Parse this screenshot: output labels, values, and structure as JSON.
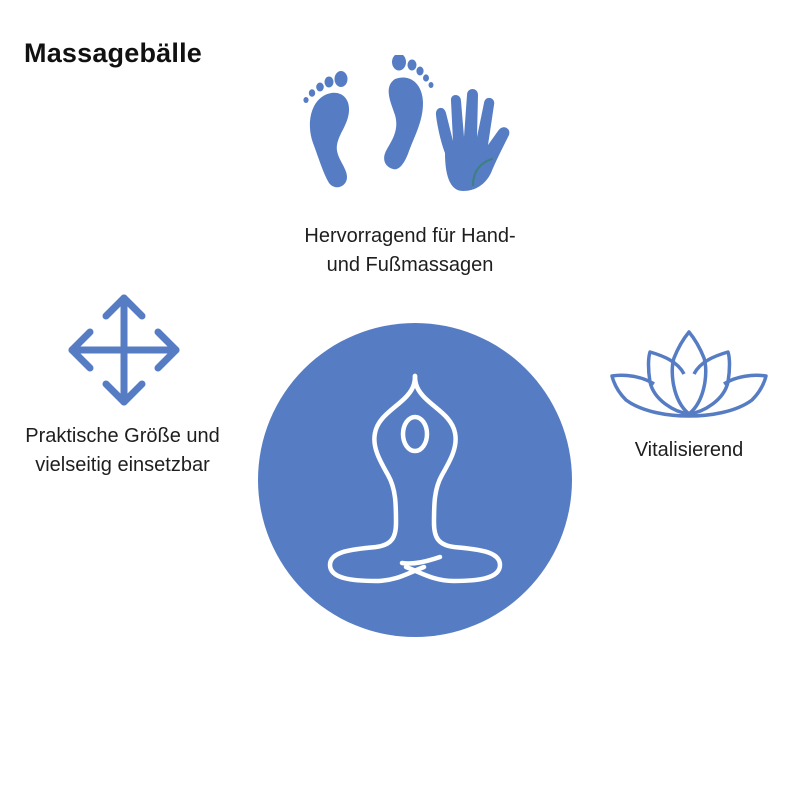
{
  "title": "Massagebälle",
  "colors": {
    "accent": "#567DC4",
    "palm_line": "#3E7F84",
    "text": "#1E1E1E",
    "background": "#FFFFFF"
  },
  "features": {
    "top": {
      "icons": [
        "left-foot-icon",
        "right-foot-icon",
        "hand-icon"
      ],
      "line1": "Hervorragend für Hand-",
      "line2": "und Fußmassagen"
    },
    "left": {
      "icon": "four-way-arrows-icon",
      "line1": "Praktische Größe und",
      "line2": "vielseitig einsetzbar"
    },
    "right": {
      "icon": "lotus-icon",
      "line1": "Vitalisierend"
    },
    "center": {
      "icon": "yoga-meditation-icon"
    }
  }
}
